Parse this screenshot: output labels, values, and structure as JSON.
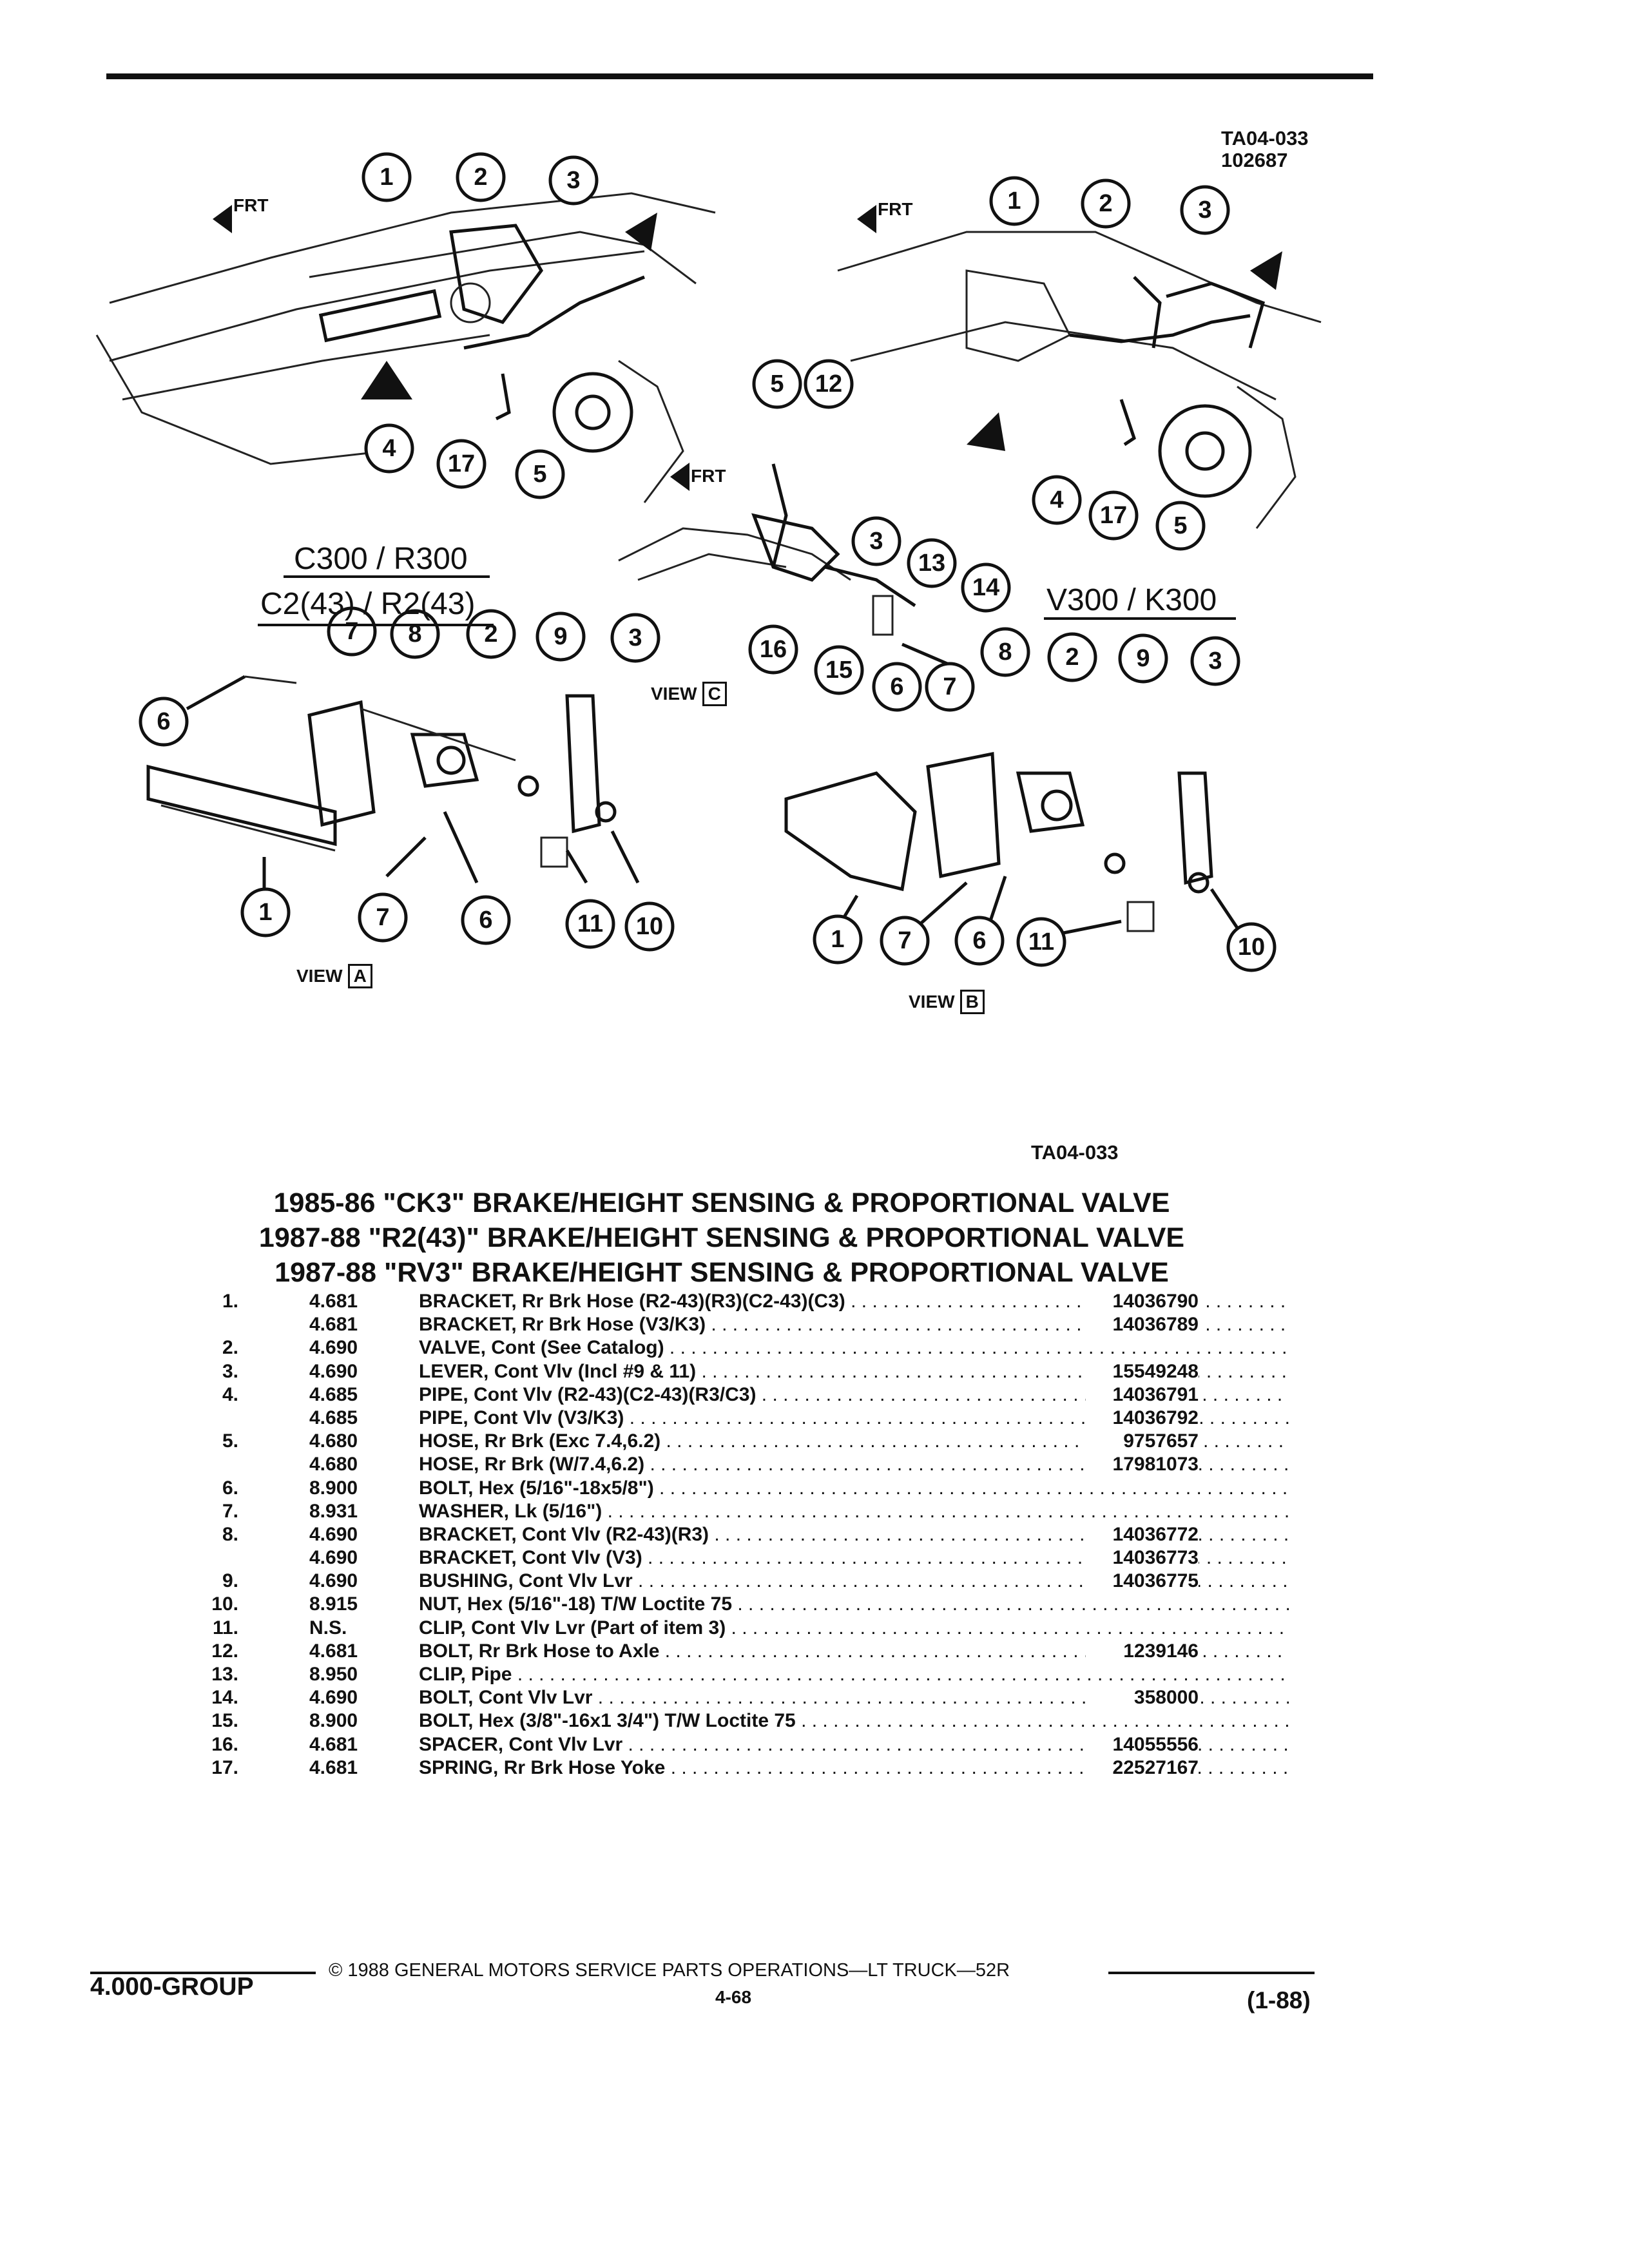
{
  "header": {
    "figure_id": "TA04-033",
    "figure_date": "102687"
  },
  "illustration": {
    "labels": {
      "frt": "FRT",
      "model_a_1": "C300 / R300",
      "model_a_2": "C2(43) / R2(43)",
      "model_b": "V300 / K300",
      "view_word": "VIEW",
      "view_a": "A",
      "view_b": "B",
      "view_c": "C"
    },
    "figure_caption": "TA04-033"
  },
  "section": {
    "title_lines": [
      "1985-86 \"CK3\" BRAKE/HEIGHT SENSING & PROPORTIONAL VALVE",
      "1987-88 \"R2(43)\" BRAKE/HEIGHT SENSING & PROPORTIONAL VALVE",
      "1987-88 \"RV3\" BRAKE/HEIGHT SENSING & PROPORTIONAL VALVE"
    ]
  },
  "parts": [
    {
      "num": "1.",
      "group": "4.681",
      "desc": "BRACKET, Rr Brk Hose (R2-43)(R3)(C2-43)(C3)",
      "part": "14036790"
    },
    {
      "num": "",
      "group": "4.681",
      "desc": "BRACKET, Rr Brk Hose (V3/K3)",
      "part": "14036789"
    },
    {
      "num": "2.",
      "group": "4.690",
      "desc": "VALVE, Cont (See Catalog)",
      "part": ""
    },
    {
      "num": "3.",
      "group": "4.690",
      "desc": "LEVER, Cont Vlv (Incl #9 & 11)",
      "part": "15549248"
    },
    {
      "num": "4.",
      "group": "4.685",
      "desc": "PIPE, Cont Vlv (R2-43)(C2-43)(R3/C3)",
      "part": "14036791"
    },
    {
      "num": "",
      "group": "4.685",
      "desc": "PIPE, Cont Vlv (V3/K3)",
      "part": "14036792"
    },
    {
      "num": "5.",
      "group": "4.680",
      "desc": "HOSE, Rr Brk (Exc 7.4,6.2)",
      "part": "9757657"
    },
    {
      "num": "",
      "group": "4.680",
      "desc": "HOSE, Rr Brk (W/7.4,6.2)",
      "part": "17981073"
    },
    {
      "num": "6.",
      "group": "8.900",
      "desc": "BOLT, Hex (5/16\"-18x5/8\")",
      "part": ""
    },
    {
      "num": "7.",
      "group": "8.931",
      "desc": "WASHER, Lk (5/16\")",
      "part": ""
    },
    {
      "num": "8.",
      "group": "4.690",
      "desc": "BRACKET, Cont Vlv (R2-43)(R3)",
      "part": "14036772"
    },
    {
      "num": "",
      "group": "4.690",
      "desc": "BRACKET, Cont Vlv (V3)",
      "part": "14036773"
    },
    {
      "num": "9.",
      "group": "4.690",
      "desc": "BUSHING, Cont Vlv Lvr",
      "part": "14036775"
    },
    {
      "num": "10.",
      "group": "8.915",
      "desc": "NUT, Hex (5/16\"-18) T/W Loctite 75",
      "part": ""
    },
    {
      "num": "11.",
      "group": "N.S.",
      "desc": "CLIP, Cont Vlv Lvr (Part of item 3)",
      "part": ""
    },
    {
      "num": "12.",
      "group": "4.681",
      "desc": "BOLT, Rr Brk Hose to Axle",
      "part": "1239146"
    },
    {
      "num": "13.",
      "group": "8.950",
      "desc": "CLIP, Pipe",
      "part": ""
    },
    {
      "num": "14.",
      "group": "4.690",
      "desc": "BOLT, Cont Vlv Lvr",
      "part": "358000"
    },
    {
      "num": "15.",
      "group": "8.900",
      "desc": "BOLT, Hex (3/8\"-16x1 3/4\") T/W Loctite 75",
      "part": ""
    },
    {
      "num": "16.",
      "group": "4.681",
      "desc": "SPACER, Cont Vlv Lvr",
      "part": "14055556"
    },
    {
      "num": "17.",
      "group": "4.681",
      "desc": "SPRING, Rr Brk Hose Yoke",
      "part": "22527167"
    }
  ],
  "footer": {
    "copyright": "© 1988 GENERAL MOTORS SERVICE PARTS OPERATIONS—LT TRUCK—52R",
    "group": "4.000-GROUP",
    "page": "4-68",
    "date_code": "(1-88)"
  }
}
